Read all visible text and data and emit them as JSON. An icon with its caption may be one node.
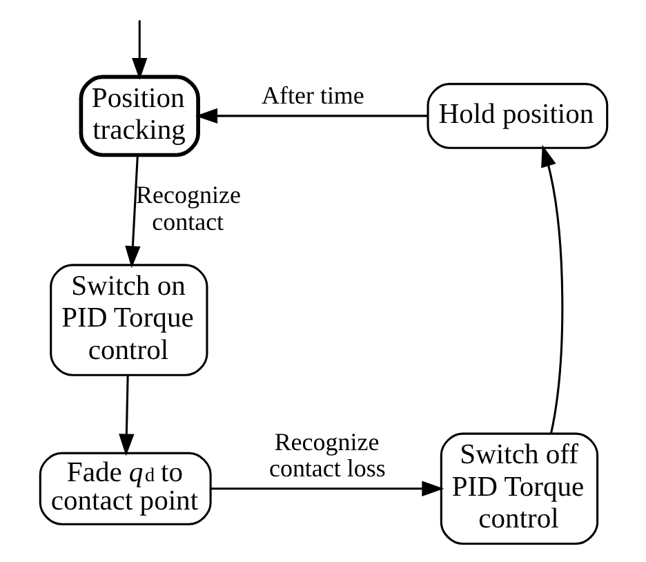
{
  "diagram": {
    "nodes": [
      {
        "text": [
          "Position tracking"
        ]
      },
      {
        "text": [
          "Switch on PID Torque control"
        ]
      },
      {
        "text": [
          "Fade *q*$_{d}$ to contact point"
        ]
      },
      {
        "text": [
          "Switch off PID Torque control"
        ]
      },
      {
        "text": [
          "Hold position"
        ]
      }
    ],
    "edges": [
      {
        "from": null,
        "to": 0,
        "arrow": "to"
      },
      {
        "from": 0,
        "to": 1,
        "arrow": "to",
        "label": "Recognize contact"
      },
      {
        "from": 1,
        "to": 2,
        "arrow": "to"
      },
      {
        "from": 2,
        "to": 3,
        "arrow": "to",
        "label": "Recognize contact loss"
      },
      {
        "from": 3,
        "to": 4,
        "arrow": "to"
      },
      {
        "from": 4,
        "to": 0,
        "arrow": "to",
        "label": "After time"
      }
    ]
  }
}
